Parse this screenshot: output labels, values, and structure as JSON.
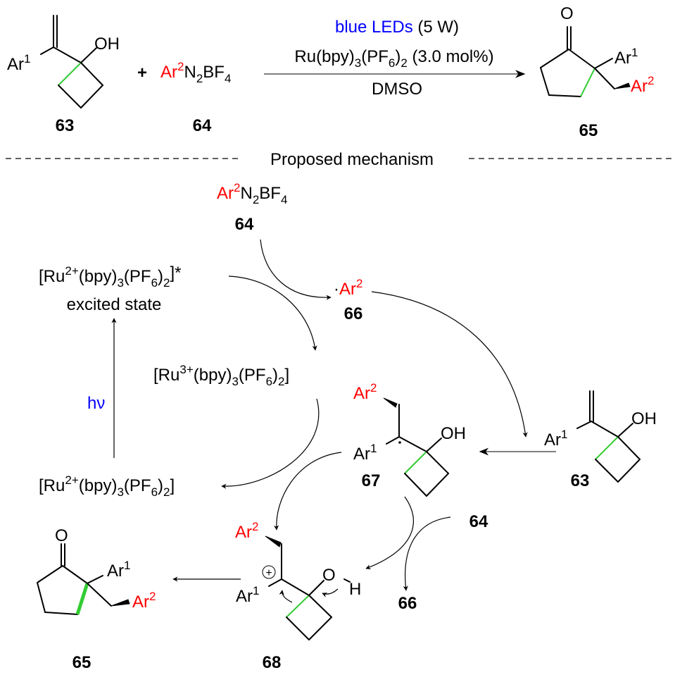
{
  "colors": {
    "ar2": "#ff0000",
    "light": "#0000ff",
    "new_bond": "#33cc33",
    "text": "#000000"
  },
  "top_reaction": {
    "reactant1": {
      "ar": "Ar",
      "ar_sup": "1",
      "oh": "OH",
      "label": "63"
    },
    "plus": "+",
    "reactant2": {
      "ar": "Ar",
      "ar_sup": "2",
      "n": "N",
      "n_sub": "2",
      "bf": "BF",
      "bf_sub": "4",
      "label": "64"
    },
    "conditions": {
      "line1_blue": "blue LEDs",
      "line1_black": " (5 W)",
      "line2": {
        "a": "Ru(bpy)",
        "s1": "3",
        "b": "(PF",
        "s2": "6",
        "c": ")",
        "s3": "2",
        "d": " (3.0 mol%)"
      },
      "line3": "DMSO"
    },
    "product": {
      "o": "O",
      "ar1": "Ar",
      "ar1_sup": "1",
      "ar2": "Ar",
      "ar2_sup": "2",
      "label": "65"
    }
  },
  "divider_title": "Proposed mechanism",
  "mechanism": {
    "diazonium": {
      "ar": "Ar",
      "ar_sup": "2",
      "n": "N",
      "n_sub": "2",
      "bf": "BF",
      "bf_sub": "4",
      "label": "64"
    },
    "ru_excited": {
      "a": "[Ru",
      "sup": "2+",
      "b": "(bpy)",
      "s1": "3",
      "c": "(PF",
      "s2": "6",
      "d": ")",
      "s3": "2",
      "e": "]*",
      "caption": "excited state"
    },
    "ru3": {
      "a": "[Ru",
      "sup": "3+",
      "b": "(bpy)",
      "s1": "3",
      "c": "(PF",
      "s2": "6",
      "d": ")",
      "s3": "2",
      "e": "]"
    },
    "ru2": {
      "a": "[Ru",
      "sup": "2+",
      "b": "(bpy)",
      "s1": "3",
      "c": "(PF",
      "s2": "6",
      "d": ")",
      "s3": "2",
      "e": "]"
    },
    "hv": "hν",
    "aryl_radical": {
      "dot": "·",
      "ar": "Ar",
      "ar_sup": "2",
      "label": "66"
    },
    "int67": {
      "ar1": "Ar",
      "ar1_sup": "1",
      "ar2": "Ar",
      "ar2_sup": "2",
      "oh": "OH",
      "label": "67"
    },
    "sm63": {
      "ar1": "Ar",
      "ar1_sup": "1",
      "oh": "OH",
      "label": "63"
    },
    "int68": {
      "ar1": "Ar",
      "ar1_sup": "1",
      "ar2": "Ar",
      "ar2_sup": "2",
      "o": "O",
      "h": "H",
      "charge": "+",
      "label": "68"
    },
    "product65": {
      "o": "O",
      "ar1": "Ar",
      "ar1_sup": "1",
      "ar2": "Ar",
      "ar2_sup": "2",
      "label": "65"
    },
    "side_in": "64",
    "side_out": "66"
  }
}
